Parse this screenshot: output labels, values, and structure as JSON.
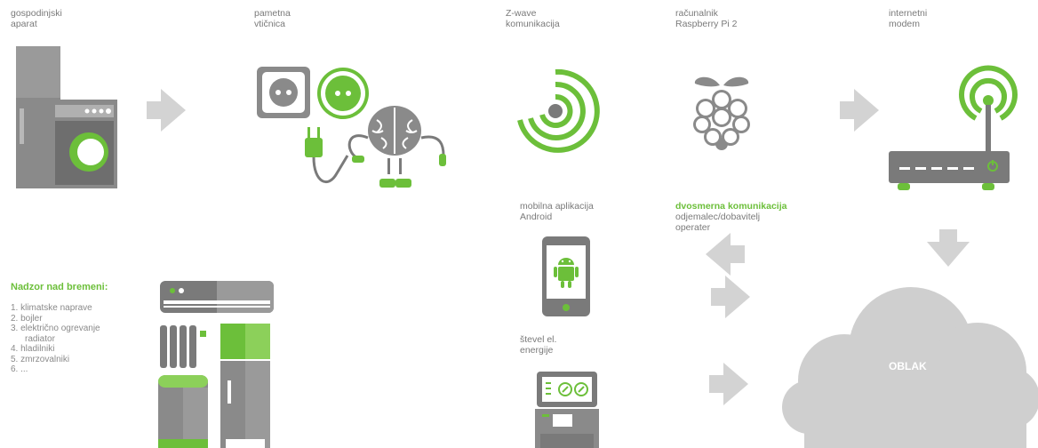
{
  "labels": {
    "appliance": [
      "gospodinjski",
      "aparat"
    ],
    "smart_socket": [
      "pametna",
      "vtičnica"
    ],
    "zwave": [
      "Z-wave",
      "komunikacija"
    ],
    "computer": [
      "računalnik",
      "Raspberry Pi 2"
    ],
    "modem": [
      "internetni",
      "modem"
    ],
    "mobile_app": [
      "mobilna aplikacija",
      "Android"
    ],
    "two_way": [
      "dvosmerna komunikacija",
      "odjemalec/dobavitelj",
      "operater"
    ],
    "meter": [
      "števel el.",
      "energije"
    ]
  },
  "load_control": {
    "title": "Nadzor nad bremeni:",
    "items": [
      "1. klimatske naprave",
      "2. bojler",
      "3. električno ogrevanje",
      "radiator",
      "4. hladilniki",
      "5. zmrzovalniki",
      "6. ..."
    ]
  },
  "cloud_label": "OBLAK",
  "colors": {
    "green": "#6cbf3a",
    "gray": "#7a7a7a",
    "light_gray": "#c8c8c8",
    "cloud": "#cfcfcf"
  }
}
